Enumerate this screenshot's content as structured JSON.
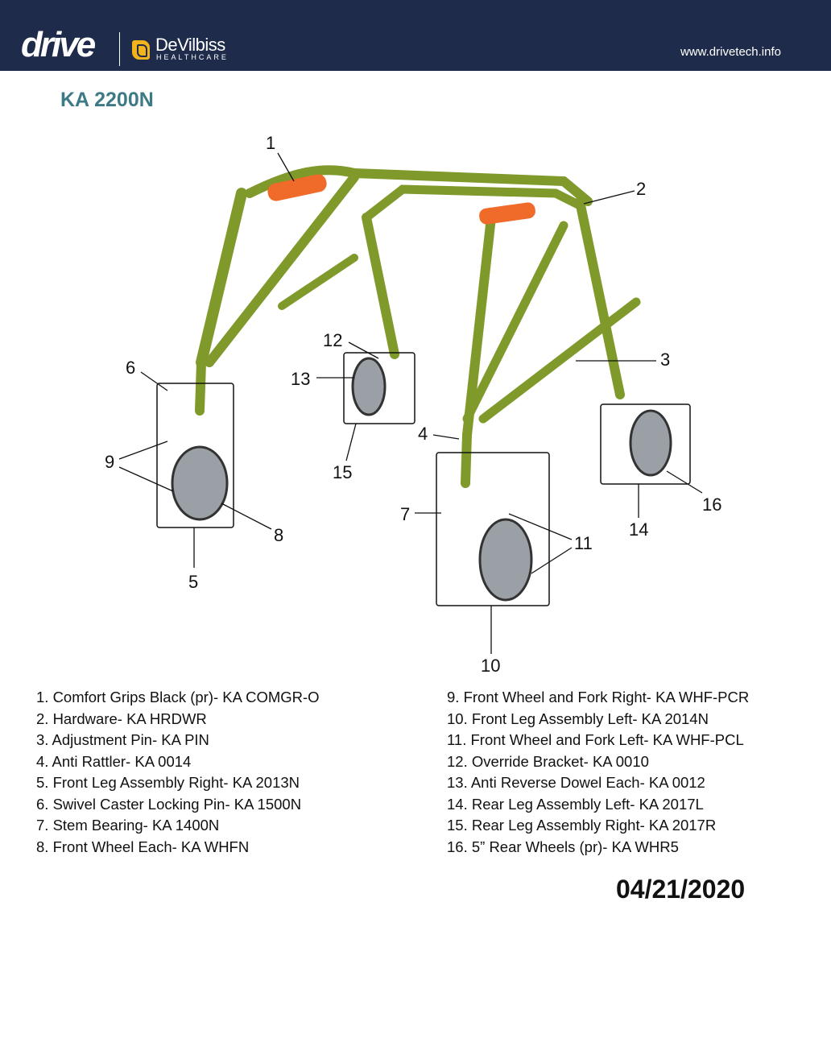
{
  "header": {
    "brand": "drive",
    "partner": "DeVilbiss",
    "partner_sub": "HEALTHCARE",
    "url": "www.drivetech.info"
  },
  "title": "KA 2200N",
  "callouts": [
    "1",
    "2",
    "3",
    "4",
    "5",
    "6",
    "7",
    "8",
    "9",
    "10",
    "11",
    "12",
    "13",
    "14",
    "15",
    "16"
  ],
  "parts_left": [
    "1. Comfort Grips Black (pr)- KA COMGR-O",
    "2. Hardware- KA HRDWR",
    "3. Adjustment Pin- KA PIN",
    "4. Anti Rattler- KA 0014",
    "5. Front Leg Assembly Right- KA 2013N",
    "6. Swivel Caster Locking Pin- KA 1500N",
    "7. Stem Bearing- KA 1400N",
    "8. Front Wheel Each- KA WHFN"
  ],
  "parts_right": [
    "9. Front Wheel and Fork Right- KA WHF-PCR",
    "10. Front Leg Assembly Left- KA 2014N",
    "11. Front Wheel and Fork Left- KA WHF-PCL",
    "12. Override Bracket- KA 0010",
    "13. Anti Reverse Dowel Each- KA 0012",
    "14. Rear Leg Assembly Left- KA 2017L",
    "15. Rear Leg Assembly Right- KA 2017R",
    "16. 5” Rear Wheels (pr)- KA WHR5"
  ],
  "date": "04/21/2020",
  "colors": {
    "header_bg": "#1f2b4a",
    "title": "#3e7a86",
    "frame": "#7f9a2a",
    "grip": "#f06a2a",
    "wheel": "#9aa0a6"
  }
}
